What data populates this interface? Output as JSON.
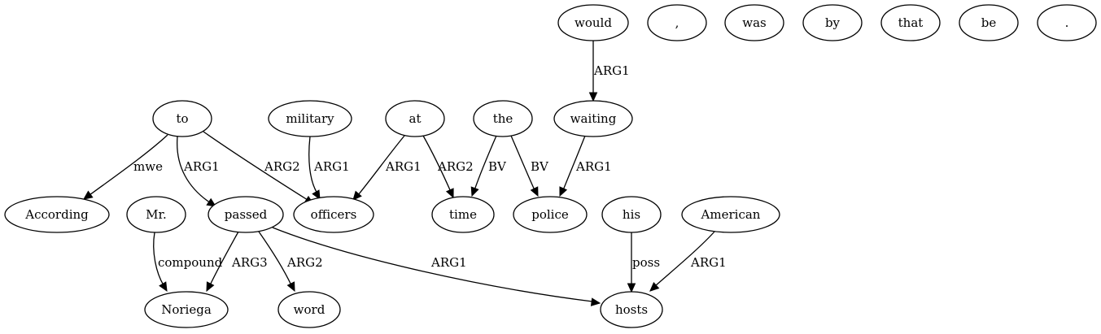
{
  "nodes": {
    "would": "would",
    "comma": ",",
    "was": "was",
    "by": "by",
    "that": "that",
    "be": "be",
    "period": ".",
    "to": "to",
    "military": "military",
    "at": "at",
    "the": "the",
    "waiting": "waiting",
    "according": "According",
    "mr": "Mr.",
    "passed": "passed",
    "officers": "officers",
    "time": "time",
    "police": "police",
    "his": "his",
    "american": "American",
    "noriega": "Noriega",
    "word": "word",
    "hosts": "hosts"
  },
  "edges": [
    {
      "from": "would",
      "to": "waiting",
      "label": "ARG1"
    },
    {
      "from": "to",
      "to": "according",
      "label": "mwe"
    },
    {
      "from": "to",
      "to": "passed",
      "label": "ARG1"
    },
    {
      "from": "to",
      "to": "officers",
      "label": "ARG2"
    },
    {
      "from": "military",
      "to": "officers",
      "label": "ARG1"
    },
    {
      "from": "at",
      "to": "officers",
      "label": "ARG1"
    },
    {
      "from": "at",
      "to": "time",
      "label": "ARG2"
    },
    {
      "from": "the",
      "to": "time",
      "label": "BV"
    },
    {
      "from": "the",
      "to": "police",
      "label": "BV"
    },
    {
      "from": "waiting",
      "to": "police",
      "label": "ARG1"
    },
    {
      "from": "mr",
      "to": "noriega",
      "label": "compound"
    },
    {
      "from": "passed",
      "to": "noriega",
      "label": "ARG3"
    },
    {
      "from": "passed",
      "to": "word",
      "label": "ARG2"
    },
    {
      "from": "passed",
      "to": "hosts",
      "label": "ARG1"
    },
    {
      "from": "his",
      "to": "hosts",
      "label": "poss"
    },
    {
      "from": "american",
      "to": "hosts",
      "label": "ARG1"
    }
  ]
}
